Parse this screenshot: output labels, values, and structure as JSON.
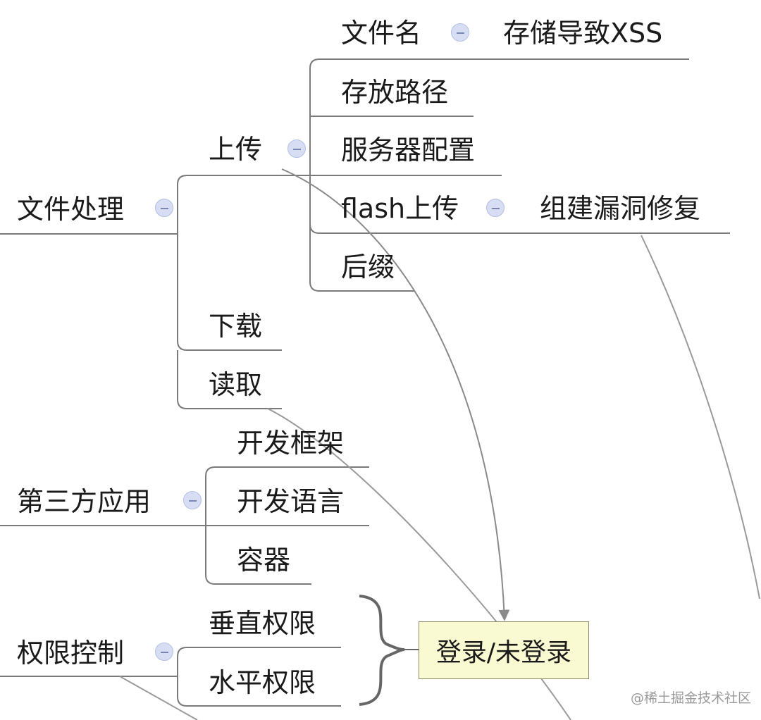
{
  "nodes": {
    "file_handling": "文件处理",
    "upload": "上传",
    "filename": "文件名",
    "stored_xss": "存储导致XSS",
    "storage_path": "存放路径",
    "server_config": "服务器配置",
    "flash_upload": "flash上传",
    "component_fix": "组建漏洞修复",
    "suffix": "后缀",
    "download": "下载",
    "read": "读取",
    "third_party": "第三方应用",
    "dev_framework": "开发框架",
    "dev_language": "开发语言",
    "container": "容器",
    "access_control": "权限控制",
    "vertical_priv": "垂直权限",
    "horizontal_priv": "水平权限"
  },
  "callout": {
    "label": "登录/未登录"
  },
  "watermark": "@稀土掘金技术社区",
  "colors": {
    "line": "#7a7a7a",
    "callout_bg": "#fafad2",
    "collapse": "#d7def3"
  }
}
